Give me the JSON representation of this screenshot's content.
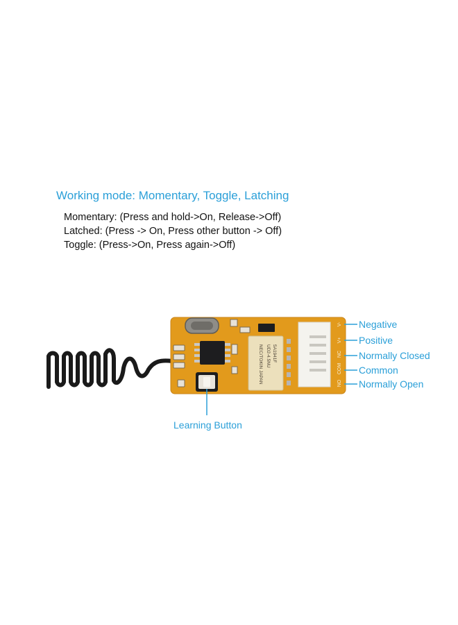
{
  "header": {
    "title": "Working mode: Momentary, Toggle, Latching"
  },
  "modes": [
    {
      "text": "Momentary: (Press and hold->On, Release->Off)"
    },
    {
      "text": "Latched: (Press -> On, Press other button -> Off)"
    },
    {
      "text": "Toggle: (Press->On, Press again->Off)"
    }
  ],
  "board": {
    "relay_markings": [
      "5A1941F",
      "UD2-4.5NU",
      "NEC/TOKIN JAPAN"
    ],
    "silkscreen_pins": [
      "V-",
      "V+",
      "NC",
      "COM",
      "NO"
    ],
    "pins": [
      {
        "label": "Negative"
      },
      {
        "label": "Positive"
      },
      {
        "label": "Normally Closed"
      },
      {
        "label": "Common"
      },
      {
        "label": "Normally Open"
      }
    ],
    "learning_button_label": "Learning Button"
  },
  "colors": {
    "accent": "#2a9fd8",
    "pcb": "#e29a1c",
    "text": "#111111"
  }
}
